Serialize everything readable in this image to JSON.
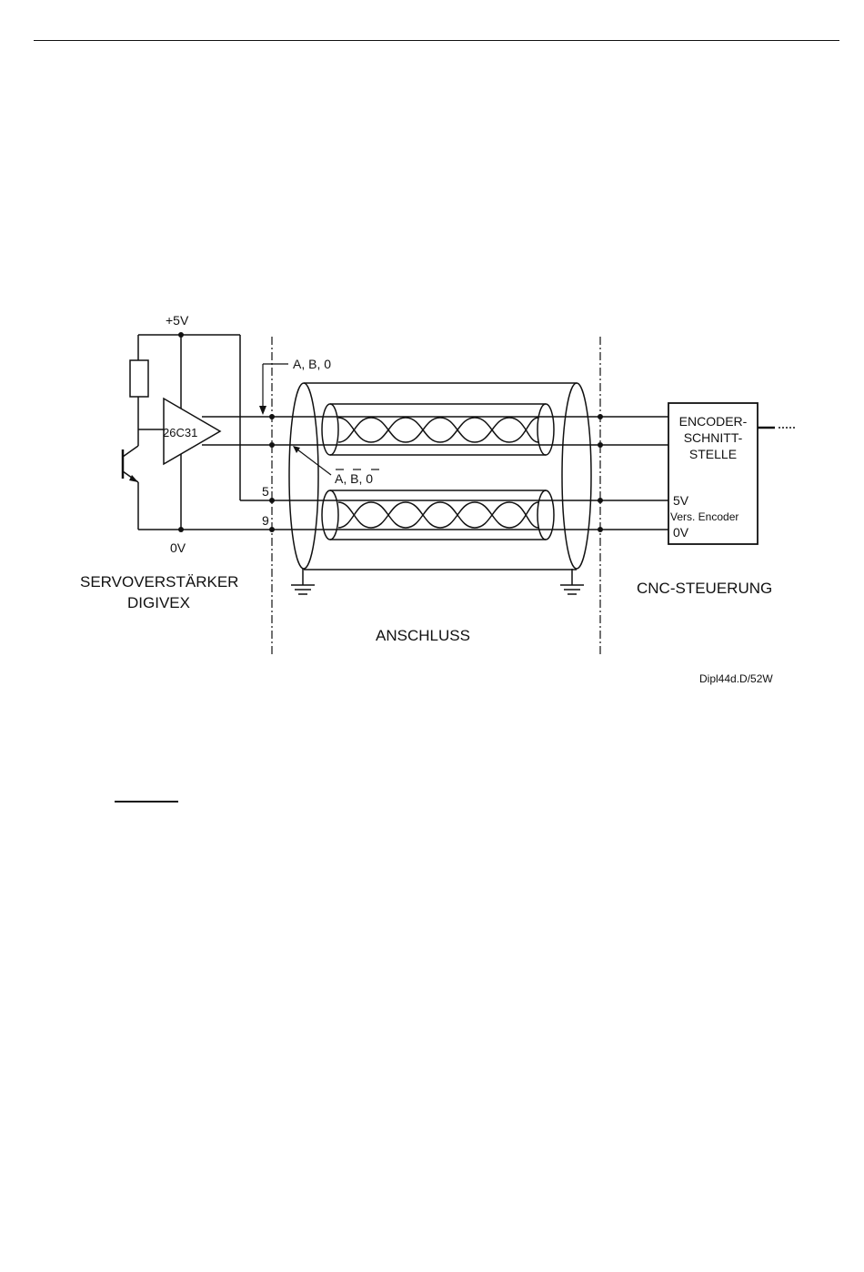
{
  "labels": {
    "supply": "+5V",
    "ground_ref": "0V",
    "chip": "26C31",
    "signals_top": "A, B, 0",
    "signals_bottom": "A, B, 0",
    "pin5": "5",
    "pin9": "9",
    "encoder_line1": "ENCODER-",
    "encoder_line2": "SCHNITT-",
    "encoder_line3": "STELLE",
    "supply_5v": "5V",
    "supply_note": "Vers. Encoder",
    "supply_0v": "0V",
    "servo_line1": "SERVOVERSTÄRKER",
    "servo_line2": "DIGIVEX",
    "connection": "ANSCHLUSS",
    "cnc": "CNC-STEUERUNG",
    "figure_ref": "Dipl44d.D/52W"
  },
  "colors": {
    "ink": "#111111",
    "background": "#ffffff"
  }
}
